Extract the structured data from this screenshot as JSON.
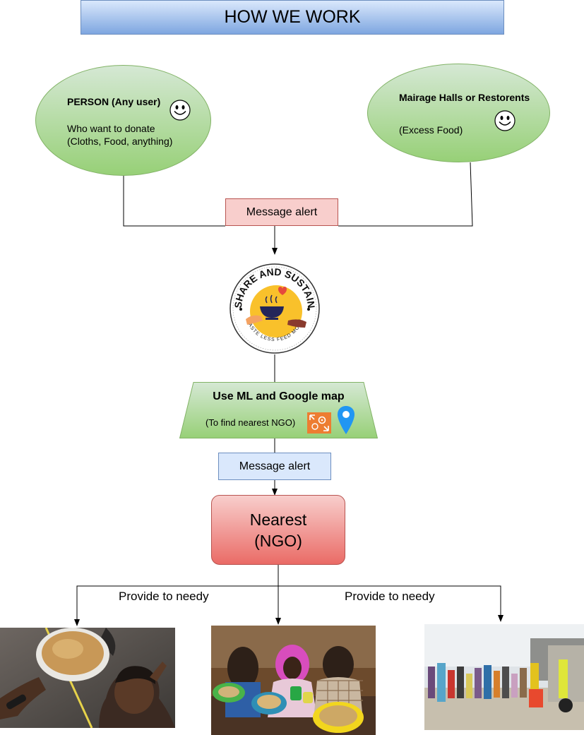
{
  "title": "HOW WE WORK",
  "person": {
    "heading": "PERSON (Any user)",
    "line1": "Who want to donate",
    "line2": "(Cloths, Food, anything)"
  },
  "halls": {
    "heading": "Mairage Halls or Restorents",
    "line1": "(Excess Food)"
  },
  "alert_top": "Message alert",
  "logo": {
    "arc_text": "SHARE AND SUSTAIN",
    "tagline": "WASTE LESS FEED MORE"
  },
  "ml": {
    "heading": "Use ML and Google map",
    "sub": "(To find nearest NGO)"
  },
  "alert_bottom": "Message alert",
  "ngo": {
    "line1": "Nearest",
    "line2": "(NGO)"
  },
  "provide_left": "Provide to needy",
  "provide_right": "Provide to needy",
  "colors": {
    "title_fill": "#dae8fc",
    "ellipse_fill": "#97d077",
    "alert_top_fill": "#f8cecc",
    "alert_bottom_fill": "#dae8fc",
    "trapezoid_fill": "#97d077",
    "ngo_fill": "#ea6b66",
    "logo_yellow": "#f9c12b"
  },
  "icons": [
    "smiley-icon",
    "ml-icon",
    "map-pin-icon"
  ],
  "photos": [
    "photo-boy-with-plate",
    "photo-children-eating",
    "photo-food-queue"
  ]
}
